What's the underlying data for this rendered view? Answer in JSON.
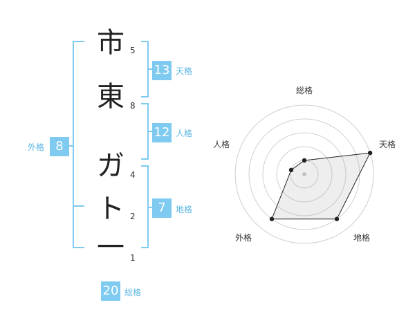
{
  "name_chars": [
    {
      "char": "市",
      "strokes": "5"
    },
    {
      "char": "東",
      "strokes": "8"
    },
    {
      "char": "ガ",
      "strokes": "4"
    },
    {
      "char": "ト",
      "strokes": "2"
    },
    {
      "char": "一",
      "strokes": "1"
    }
  ],
  "fortune": {
    "tenkaku": {
      "value": "13",
      "label": "天格"
    },
    "jinkaku": {
      "value": "12",
      "label": "人格"
    },
    "chikaku": {
      "value": "7",
      "label": "地格"
    },
    "gaikaku": {
      "value": "8",
      "label": "外格"
    },
    "soukaku": {
      "value": "20",
      "label": "総格"
    }
  },
  "colors": {
    "accent": "#7fcaf0",
    "accent_text": "#5bb7e5",
    "bracket": "#7fcaf0"
  },
  "chart_data": {
    "type": "radar",
    "axes": [
      "総格",
      "天格",
      "地格",
      "外格",
      "人格"
    ],
    "values": [
      1,
      5,
      4,
      4,
      1
    ],
    "range": [
      0,
      5
    ],
    "rings": 5
  }
}
